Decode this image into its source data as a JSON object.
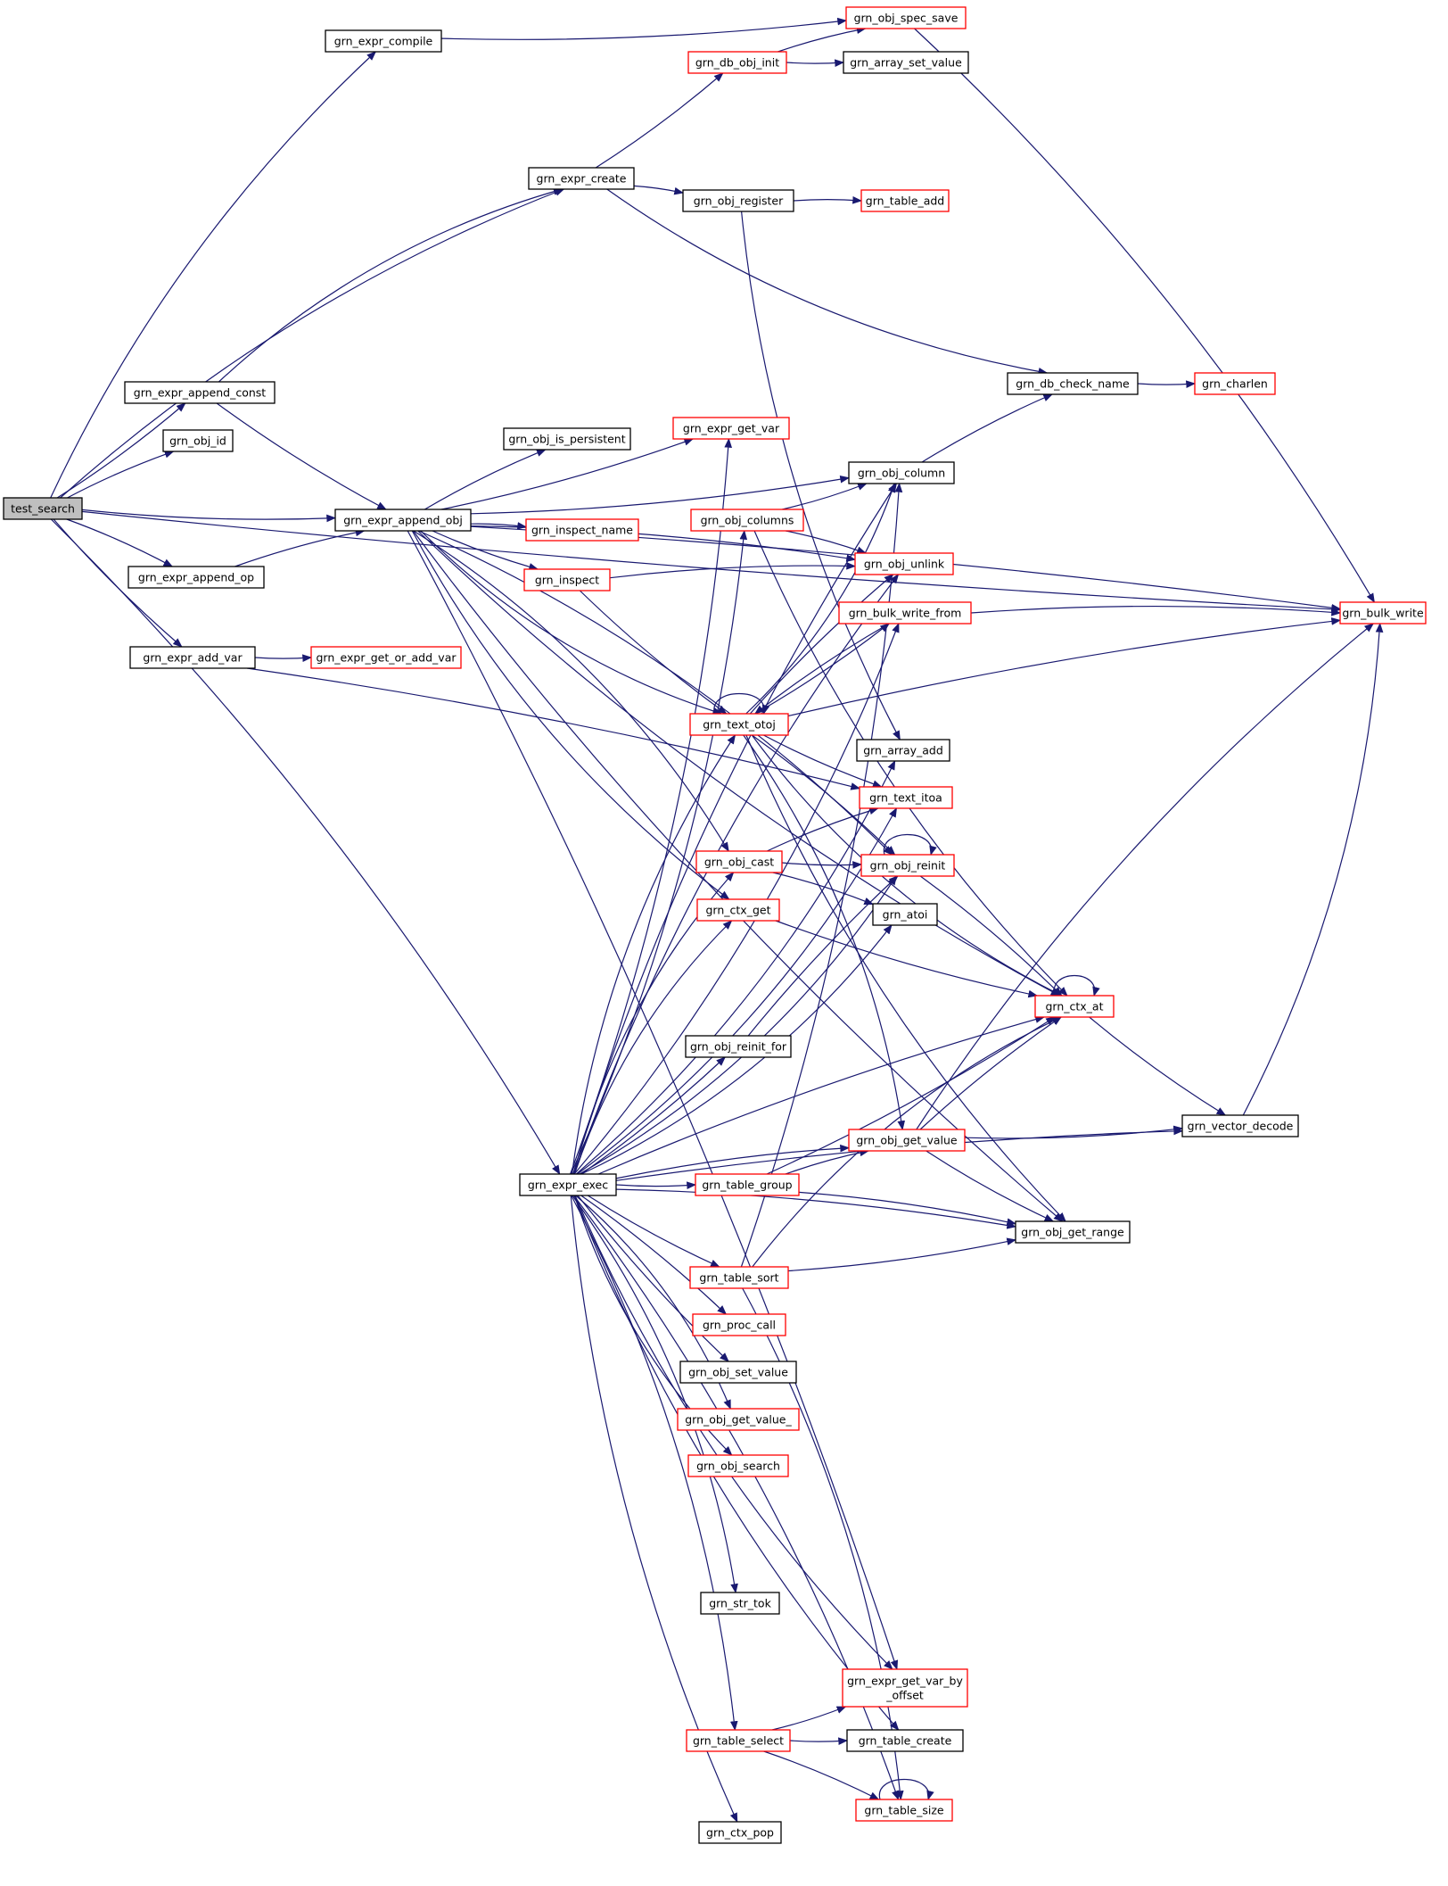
{
  "graph": {
    "colors": {
      "edge": "#191970",
      "root_fill": "#bfbfbf",
      "black_border": "#000000",
      "red_border": "#ff0000"
    },
    "nodes": [
      {
        "id": "test_search",
        "label": "test_search",
        "border": "root"
      },
      {
        "id": "expr_compile",
        "label": "grn_expr_compile",
        "border": "black"
      },
      {
        "id": "expr_append_const",
        "label": "grn_expr_append_const",
        "border": "black"
      },
      {
        "id": "obj_id",
        "label": "grn_obj_id",
        "border": "black"
      },
      {
        "id": "expr_append_op",
        "label": "grn_expr_append_op",
        "border": "black"
      },
      {
        "id": "expr_add_var",
        "label": "grn_expr_add_var",
        "border": "black"
      },
      {
        "id": "expr_get_or_add_var",
        "label": "grn_expr_get_or_add_var",
        "border": "red"
      },
      {
        "id": "expr_append_obj",
        "label": "grn_expr_append_obj",
        "border": "black"
      },
      {
        "id": "expr_create",
        "label": "grn_expr_create",
        "border": "black"
      },
      {
        "id": "db_obj_init",
        "label": "grn_db_obj_init",
        "border": "red"
      },
      {
        "id": "obj_spec_save",
        "label": "grn_obj_spec_save",
        "border": "red"
      },
      {
        "id": "array_set_value",
        "label": "grn_array_set_value",
        "border": "black"
      },
      {
        "id": "obj_register",
        "label": "grn_obj_register",
        "border": "black"
      },
      {
        "id": "table_add",
        "label": "grn_table_add",
        "border": "red"
      },
      {
        "id": "db_check_name",
        "label": "grn_db_check_name",
        "border": "black"
      },
      {
        "id": "charlen",
        "label": "grn_charlen",
        "border": "red"
      },
      {
        "id": "obj_is_persistent",
        "label": "grn_obj_is_persistent",
        "border": "black"
      },
      {
        "id": "expr_get_var",
        "label": "grn_expr_get_var",
        "border": "red"
      },
      {
        "id": "obj_column",
        "label": "grn_obj_column",
        "border": "black"
      },
      {
        "id": "obj_columns",
        "label": "grn_obj_columns",
        "border": "red"
      },
      {
        "id": "inspect_name",
        "label": "grn_inspect_name",
        "border": "red"
      },
      {
        "id": "inspect",
        "label": "grn_inspect",
        "border": "red"
      },
      {
        "id": "obj_unlink",
        "label": "grn_obj_unlink",
        "border": "red"
      },
      {
        "id": "bulk_write_from",
        "label": "grn_bulk_write_from",
        "border": "red"
      },
      {
        "id": "bulk_write",
        "label": "grn_bulk_write",
        "border": "red"
      },
      {
        "id": "text_otoj",
        "label": "grn_text_otoj",
        "border": "red"
      },
      {
        "id": "array_add",
        "label": "grn_array_add",
        "border": "black"
      },
      {
        "id": "text_itoa",
        "label": "grn_text_itoa",
        "border": "red"
      },
      {
        "id": "obj_cast",
        "label": "grn_obj_cast",
        "border": "red"
      },
      {
        "id": "obj_reinit",
        "label": "grn_obj_reinit",
        "border": "red"
      },
      {
        "id": "atoi",
        "label": "grn_atoi",
        "border": "black"
      },
      {
        "id": "ctx_get",
        "label": "grn_ctx_get",
        "border": "red"
      },
      {
        "id": "ctx_at",
        "label": "grn_ctx_at",
        "border": "red"
      },
      {
        "id": "obj_reinit_for",
        "label": "grn_obj_reinit_for",
        "border": "black"
      },
      {
        "id": "vector_decode",
        "label": "grn_vector_decode",
        "border": "black"
      },
      {
        "id": "obj_get_value",
        "label": "grn_obj_get_value",
        "border": "red"
      },
      {
        "id": "expr_exec",
        "label": "grn_expr_exec",
        "border": "black"
      },
      {
        "id": "table_group",
        "label": "grn_table_group",
        "border": "red"
      },
      {
        "id": "obj_get_range",
        "label": "grn_obj_get_range",
        "border": "black"
      },
      {
        "id": "table_sort",
        "label": "grn_table_sort",
        "border": "red"
      },
      {
        "id": "proc_call",
        "label": "grn_proc_call",
        "border": "red"
      },
      {
        "id": "obj_set_value",
        "label": "grn_obj_set_value",
        "border": "black"
      },
      {
        "id": "obj_get_value_",
        "label": "grn_obj_get_value_",
        "border": "red"
      },
      {
        "id": "obj_search",
        "label": "grn_obj_search",
        "border": "red"
      },
      {
        "id": "str_tok",
        "label": "grn_str_tok",
        "border": "black"
      },
      {
        "id": "expr_get_var_by_offset",
        "label": "grn_expr_get_var_by\n_offset",
        "border": "red"
      },
      {
        "id": "table_select",
        "label": "grn_table_select",
        "border": "red"
      },
      {
        "id": "table_create",
        "label": "grn_table_create",
        "border": "black"
      },
      {
        "id": "table_size",
        "label": "grn_table_size",
        "border": "red"
      },
      {
        "id": "ctx_pop",
        "label": "grn_ctx_pop",
        "border": "black"
      }
    ],
    "edges": [
      [
        "test_search",
        "expr_compile"
      ],
      [
        "test_search",
        "expr_append_const"
      ],
      [
        "test_search",
        "obj_id"
      ],
      [
        "test_search",
        "bulk_write"
      ],
      [
        "test_search",
        "expr_create"
      ],
      [
        "test_search",
        "expr_append_obj"
      ],
      [
        "test_search",
        "expr_append_op"
      ],
      [
        "test_search",
        "expr_add_var"
      ],
      [
        "test_search",
        "expr_exec"
      ],
      [
        "expr_compile",
        "obj_spec_save"
      ],
      [
        "expr_append_const",
        "expr_create"
      ],
      [
        "expr_append_const",
        "expr_append_obj"
      ],
      [
        "expr_append_op",
        "expr_append_obj"
      ],
      [
        "expr_add_var",
        "expr_get_or_add_var"
      ],
      [
        "expr_add_var",
        "text_itoa"
      ],
      [
        "expr_create",
        "db_obj_init"
      ],
      [
        "expr_create",
        "obj_register"
      ],
      [
        "expr_create",
        "db_check_name"
      ],
      [
        "db_obj_init",
        "obj_spec_save"
      ],
      [
        "db_obj_init",
        "array_set_value"
      ],
      [
        "obj_register",
        "table_add"
      ],
      [
        "obj_register",
        "array_add"
      ],
      [
        "obj_spec_save",
        "bulk_write"
      ],
      [
        "db_check_name",
        "charlen"
      ],
      [
        "expr_append_obj",
        "obj_is_persistent"
      ],
      [
        "expr_append_obj",
        "expr_get_var"
      ],
      [
        "expr_append_obj",
        "inspect_name"
      ],
      [
        "expr_append_obj",
        "inspect"
      ],
      [
        "expr_append_obj",
        "bulk_write"
      ],
      [
        "expr_append_obj",
        "obj_column"
      ],
      [
        "expr_append_obj",
        "obj_unlink"
      ],
      [
        "expr_append_obj",
        "ctx_at"
      ],
      [
        "expr_append_obj",
        "obj_cast"
      ],
      [
        "expr_append_obj",
        "ctx_get"
      ],
      [
        "expr_append_obj",
        "obj_reinit"
      ],
      [
        "expr_append_obj",
        "obj_get_range"
      ],
      [
        "expr_append_obj",
        "expr_get_var_by_offset"
      ],
      [
        "expr_append_obj",
        "text_otoj"
      ],
      [
        "inspect",
        "obj_unlink"
      ],
      [
        "inspect",
        "text_otoj"
      ],
      [
        "obj_column",
        "db_check_name"
      ],
      [
        "obj_columns",
        "obj_column"
      ],
      [
        "obj_columns",
        "obj_unlink"
      ],
      [
        "obj_columns",
        "ctx_at"
      ],
      [
        "bulk_write_from",
        "bulk_write"
      ],
      [
        "bulk_write_from",
        "text_otoj"
      ],
      [
        "text_otoj",
        "text_otoj"
      ],
      [
        "text_otoj",
        "obj_column"
      ],
      [
        "text_otoj",
        "obj_unlink"
      ],
      [
        "text_otoj",
        "bulk_write_from"
      ],
      [
        "text_otoj",
        "bulk_write"
      ],
      [
        "text_otoj",
        "text_itoa"
      ],
      [
        "text_otoj",
        "obj_reinit"
      ],
      [
        "text_otoj",
        "ctx_at"
      ],
      [
        "text_otoj",
        "obj_get_value"
      ],
      [
        "text_otoj",
        "obj_get_range"
      ],
      [
        "obj_cast",
        "text_itoa"
      ],
      [
        "obj_cast",
        "obj_reinit"
      ],
      [
        "obj_cast",
        "atoi"
      ],
      [
        "obj_reinit",
        "obj_reinit"
      ],
      [
        "obj_reinit",
        "ctx_at"
      ],
      [
        "ctx_get",
        "ctx_at"
      ],
      [
        "ctx_at",
        "ctx_at"
      ],
      [
        "ctx_at",
        "vector_decode"
      ],
      [
        "obj_reinit_for",
        "obj_reinit"
      ],
      [
        "vector_decode",
        "bulk_write"
      ],
      [
        "obj_get_value",
        "ctx_at"
      ],
      [
        "obj_get_value",
        "vector_decode"
      ],
      [
        "obj_get_value",
        "bulk_write"
      ],
      [
        "obj_get_value",
        "obj_get_range"
      ],
      [
        "table_group",
        "obj_get_value"
      ],
      [
        "table_group",
        "ctx_at"
      ],
      [
        "table_group",
        "obj_get_range"
      ],
      [
        "table_sort",
        "obj_get_range"
      ],
      [
        "table_sort",
        "ctx_at"
      ],
      [
        "table_sort",
        "obj_column"
      ],
      [
        "table_sort",
        "table_size"
      ],
      [
        "table_select",
        "table_create"
      ],
      [
        "table_select",
        "table_size"
      ],
      [
        "table_select",
        "expr_get_var_by_offset"
      ],
      [
        "table_size",
        "table_size"
      ],
      [
        "expr_exec",
        "expr_get_var"
      ],
      [
        "expr_exec",
        "obj_column"
      ],
      [
        "expr_exec",
        "obj_columns"
      ],
      [
        "expr_exec",
        "obj_unlink"
      ],
      [
        "expr_exec",
        "bulk_write_from"
      ],
      [
        "expr_exec",
        "text_otoj"
      ],
      [
        "expr_exec",
        "array_add"
      ],
      [
        "expr_exec",
        "obj_cast"
      ],
      [
        "expr_exec",
        "obj_reinit"
      ],
      [
        "expr_exec",
        "ctx_get"
      ],
      [
        "expr_exec",
        "atoi"
      ],
      [
        "expr_exec",
        "ctx_at"
      ],
      [
        "expr_exec",
        "obj_reinit_for"
      ],
      [
        "expr_exec",
        "obj_get_value"
      ],
      [
        "expr_exec",
        "table_group"
      ],
      [
        "expr_exec",
        "obj_get_range"
      ],
      [
        "expr_exec",
        "table_sort"
      ],
      [
        "expr_exec",
        "proc_call"
      ],
      [
        "expr_exec",
        "obj_set_value"
      ],
      [
        "expr_exec",
        "obj_get_value_"
      ],
      [
        "expr_exec",
        "obj_search"
      ],
      [
        "expr_exec",
        "str_tok"
      ],
      [
        "expr_exec",
        "expr_get_var_by_offset"
      ],
      [
        "expr_exec",
        "table_select"
      ],
      [
        "expr_exec",
        "table_create"
      ],
      [
        "expr_exec",
        "table_size"
      ],
      [
        "expr_exec",
        "ctx_pop"
      ],
      [
        "expr_exec",
        "vector_decode"
      ],
      [
        "expr_exec",
        "text_itoa"
      ]
    ]
  }
}
